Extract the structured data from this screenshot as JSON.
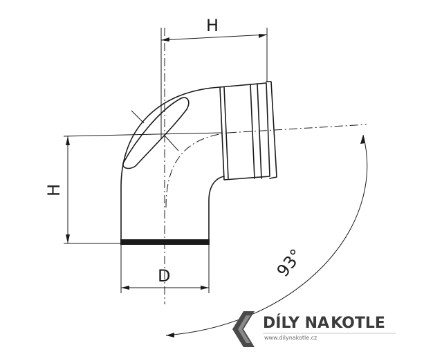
{
  "dimensions": {
    "height_top": "H",
    "height_left": "H",
    "diameter": "D",
    "angle": "93°"
  },
  "logo": {
    "name_part1": "DÍLY NA",
    "name_part2": "KOTLE",
    "url": "www.dilynakotle.cz"
  },
  "colors": {
    "line": "#1a1a1a",
    "logo_text": "#3b3b3b",
    "logo_mark": "#4a4a4a"
  }
}
